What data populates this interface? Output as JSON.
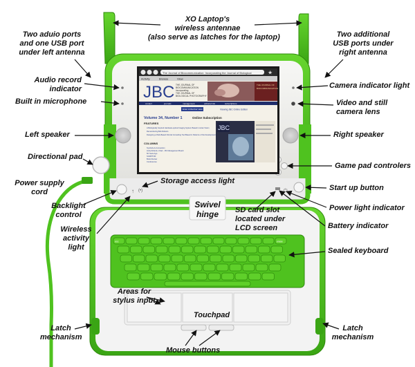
{
  "diagram": {
    "colors": {
      "green": "#4fc21f",
      "green_dark": "#2f8a0c",
      "bezel": "#ececec",
      "screen_bg": "#f4f1e8",
      "page_blue": "#2a3f8f"
    },
    "labels": {
      "antennae": [
        "XO Laptop's",
        "wireless antennae",
        "(also serve as latches for the laptop)"
      ],
      "left_ports": [
        "Two aduio ports",
        "and one USB port",
        "under left antenna"
      ],
      "right_ports": [
        "Two additional",
        "USB ports under",
        "right antenna"
      ],
      "audio_record": [
        "Audio record",
        "indicator"
      ],
      "camera_light": [
        "Camera indicator light"
      ],
      "microphone": [
        "Built in microphone"
      ],
      "video_camera": [
        "Video and still",
        "camera lens"
      ],
      "left_speaker": [
        "Left speaker"
      ],
      "right_speaker": [
        "Right speaker"
      ],
      "directional_pad": [
        "Directional pad"
      ],
      "game_pad": [
        "Game pad controlers"
      ],
      "power_cord": [
        "Power supply",
        "cord"
      ],
      "storage_light": [
        "Storage access light"
      ],
      "start_button": [
        "Start up button"
      ],
      "backlight": [
        "Backlight",
        "control"
      ],
      "swivel": [
        "Swivel",
        "hinge"
      ],
      "sd_card": [
        "SD card slot",
        "located under",
        "LCD screen"
      ],
      "power_light": [
        "Power light indicator"
      ],
      "wireless_light": [
        "Wireless",
        "activity",
        "light"
      ],
      "battery": [
        "Battery indicator"
      ],
      "keyboard": [
        "Sealed keyboard"
      ],
      "stylus": [
        "Areas for",
        "stylus input"
      ],
      "touchpad": [
        "Touchpad"
      ],
      "latch_left": [
        "Latch",
        "mechanism"
      ],
      "latch_right": [
        "Latch",
        "mechanism"
      ],
      "mouse_buttons": [
        "Mouse buttons"
      ]
    },
    "screen": {
      "address_bar": "The Journal of Biocommunication: Incorporating the Journal of Biological",
      "tabs": [
        "Activity",
        "Browse",
        "View"
      ],
      "logo": "JBC",
      "journal_name": [
        "THE JOURNAL OF",
        "BIOCOMMUNICATION",
        "incorporating",
        "THE JOURNAL OF",
        "BIOLOGICAL PHOTOGRAPHY"
      ],
      "nav": [
        "contact",
        "journals",
        "management",
        "editorial info",
        "subscriptions"
      ],
      "button": "Enter A Member Here",
      "link": "Viewing JBC Online Edition",
      "volume": "Volume 34, Number 1",
      "subscription": "Online Subscription",
      "section_features": "FEATURES",
      "features": [
        "A Biologically Inspired Hardware-optical Imaging System Based in Avian Vision",
        "Remembering Bob Roberts",
        "Designing a Web-Based Clinical Consulting Tool Based in Patterns of the Development"
      ],
      "section_columns": "COLUMNS",
      "columns": [
        "Symbols-A-Connection",
        "Andy Roberts, Chair – BC Management Board",
        "50 Years Ago",
        "SCRIPTOR",
        "Book Review",
        "Conferences"
      ],
      "cover_logo": "JBC"
    },
    "keyboard_top_keys": [
      "esc",
      "",
      "",
      "",
      "",
      "",
      "",
      "",
      "",
      "",
      "",
      "",
      "",
      "erase"
    ],
    "keyboard_bottom_labels": [
      "fn",
      "",
      "",
      "",
      "",
      "",
      "",
      "",
      "",
      "",
      "",
      ""
    ]
  }
}
